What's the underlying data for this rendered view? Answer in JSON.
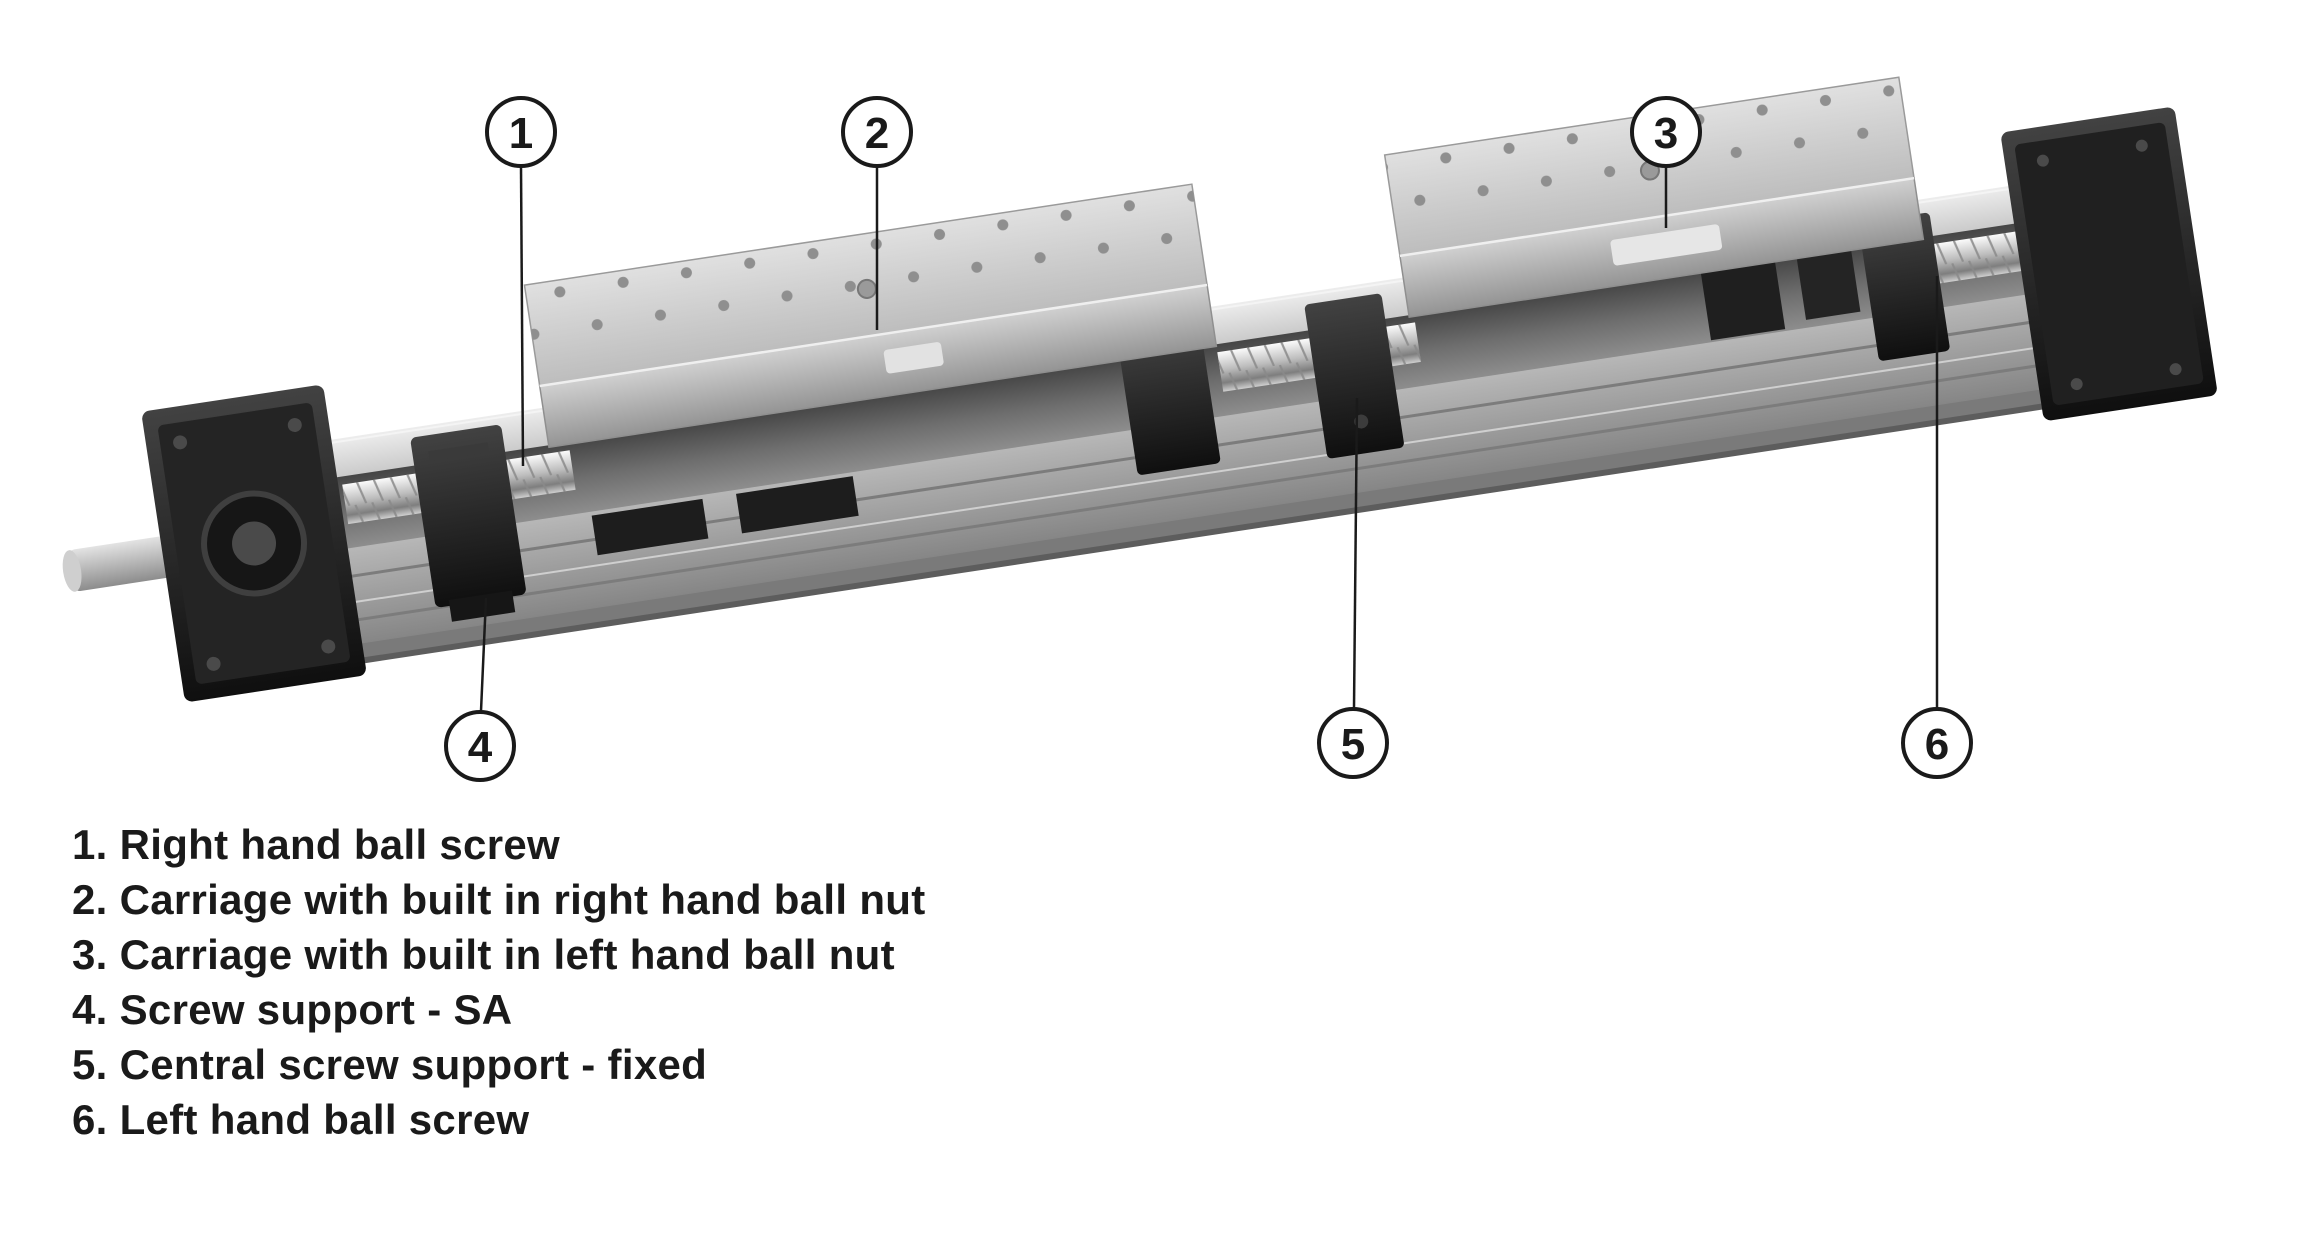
{
  "figure": {
    "callouts": [
      {
        "number": "1",
        "label": "Right hand ball screw",
        "legend_text": "1. Right hand ball screw"
      },
      {
        "number": "2",
        "label": "Carriage with built in right hand ball nut",
        "legend_text": "2. Carriage with built in right hand ball nut"
      },
      {
        "number": "3",
        "label": "Carriage with built in left hand ball nut",
        "legend_text": "3. Carriage with built in left hand ball nut"
      },
      {
        "number": "4",
        "label": "Screw support - SA",
        "legend_text": "4. Screw support - SA"
      },
      {
        "number": "5",
        "label": "Central screw support - fixed",
        "legend_text": "5. Central screw support - fixed"
      },
      {
        "number": "6",
        "label": "Left hand ball screw",
        "legend_text": "6. Left hand ball screw"
      }
    ],
    "colors": {
      "background": "#ffffff",
      "callout_stroke": "#1a1a1a",
      "leader_line": "#1a1a1a",
      "legend_text": "#1a1a1a",
      "rail_gray": "#a0a0a0",
      "carriage_gray": "#c9c9c9",
      "end_block_black": "#1c1c1c",
      "screw_silver": "#d8d8d8"
    }
  }
}
